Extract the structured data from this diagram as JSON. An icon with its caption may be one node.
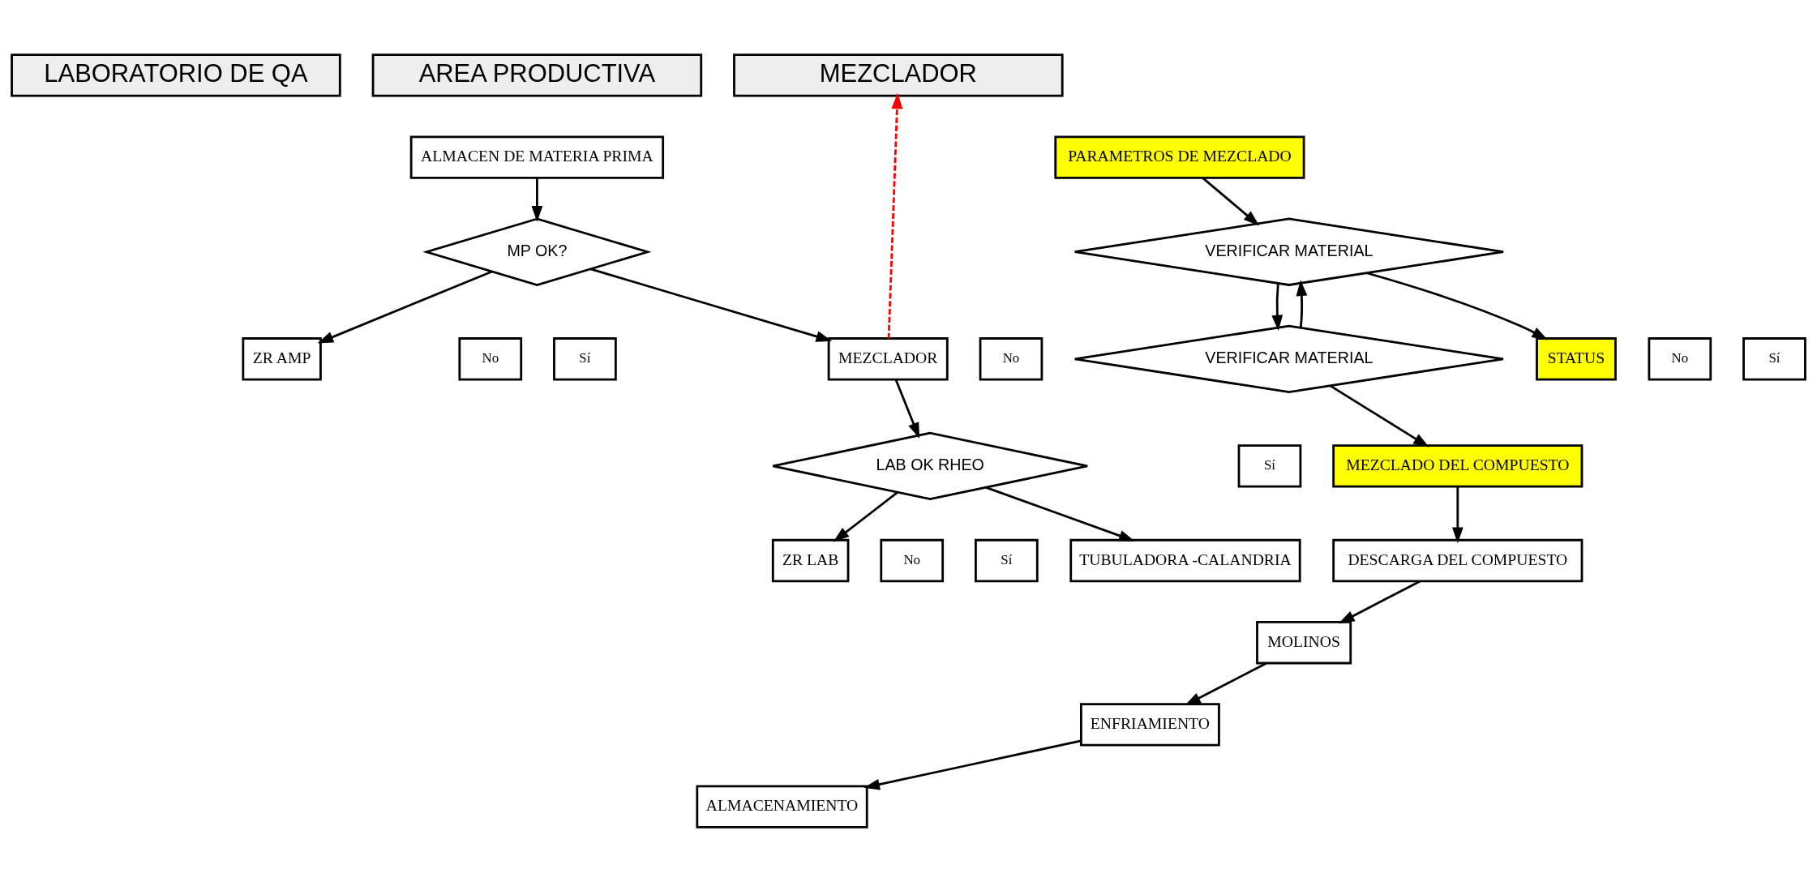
{
  "diagram": {
    "nodes": [
      {
        "text": [
          "LABORATORIO DE QA"
        ]
      },
      {
        "text": [
          "AREA PRODUCTIVA"
        ]
      },
      {
        "text": [
          "MEZCLADOR"
        ]
      },
      {
        "text": [
          "ZR AMP"
        ]
      },
      {
        "text": [
          "No"
        ]
      },
      {
        "text": [
          "MP OK?"
        ]
      },
      {
        "text": [
          "ALMACEN DE MATERIA PRIMA"
        ]
      },
      {
        "text": [
          "Sí"
        ]
      },
      {
        "text": [
          "MEZCLADOR"
        ]
      },
      {
        "text": [
          "ZR LAB"
        ]
      },
      {
        "text": [
          "LAB OK RHEO"
        ]
      },
      {
        "text": [
          "No"
        ]
      },
      {
        "text": [
          "Sí"
        ]
      },
      {
        "text": [
          "TUBULADORA -CALANDRIA"
        ]
      },
      {
        "text": [
          "PARAMETROS DE MEZCLADO"
        ]
      },
      {
        "text": [
          "ALMACENAMIENTO"
        ]
      },
      {
        "text": [
          "STATUS"
        ]
      },
      {
        "text": [
          "VERIFICAR MATERIAL"
        ]
      },
      {
        "text": [
          "No"
        ]
      },
      {
        "text": [
          "Sí"
        ]
      },
      {
        "text": [
          "No"
        ]
      },
      {
        "text": [
          "ENFRIAMIENTO"
        ]
      },
      {
        "text": [
          "VERIFICAR MATERIAL"
        ]
      },
      {
        "text": [
          "MOLINOS"
        ]
      },
      {
        "text": [
          "Sí"
        ]
      },
      {
        "text": [
          "DESCARGA DEL COMPUESTO"
        ]
      },
      {
        "text": [
          "MEZCLADO DEL COMPUESTO"
        ]
      }
    ],
    "edges": [
      {
        "from": 6,
        "to": 5,
        "arrow": "to"
      },
      {
        "from": 5,
        "to": 3,
        "arrow": "to"
      },
      {
        "from": 5,
        "to": 8,
        "arrow": "to"
      },
      {
        "from": 8,
        "to": 2,
        "arrow": "to",
        "style": "dashed",
        "color": "#ff0000"
      },
      {
        "from": 8,
        "to": 10,
        "arrow": "to"
      },
      {
        "from": 10,
        "to": 9,
        "arrow": "to"
      },
      {
        "from": 10,
        "to": 13,
        "arrow": "to"
      },
      {
        "from": 14,
        "to": 17,
        "arrow": "to"
      },
      {
        "from": 17,
        "to": 16,
        "arrow": "to"
      },
      {
        "from": 17,
        "to": 22,
        "arrow": "to"
      },
      {
        "from": 22,
        "to": 17,
        "arrow": "to"
      },
      {
        "from": 22,
        "to": 26,
        "arrow": "to"
      },
      {
        "from": 26,
        "to": 25,
        "arrow": "to"
      },
      {
        "from": 25,
        "to": 23,
        "arrow": "to"
      },
      {
        "from": 23,
        "to": 21,
        "arrow": "to"
      },
      {
        "from": 21,
        "to": 15,
        "arrow": "to"
      }
    ]
  }
}
